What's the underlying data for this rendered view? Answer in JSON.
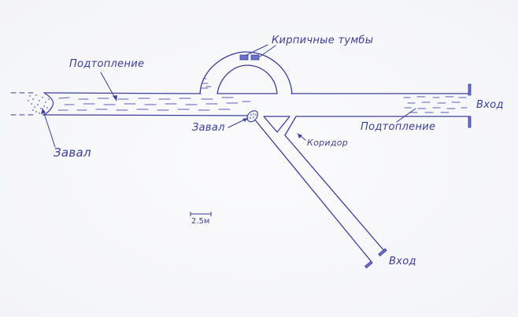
{
  "diagram": {
    "type": "hand-drawn cave/tunnel plan",
    "ink_color": "#3a3f9a",
    "water_color": "#5a60b8",
    "paper_color": "#f7f8fb",
    "labels": {
      "flooding_left": "Подтопление",
      "collapse_left": "Завал",
      "brick_pillars": "Кирпичные тумбы",
      "collapse_center": "Завал",
      "corridor": "Коридор",
      "flooding_right": "Подтопление",
      "entrance_right": "Вход",
      "entrance_bottom": "Вход"
    },
    "scale": {
      "label": "2.5м"
    }
  }
}
